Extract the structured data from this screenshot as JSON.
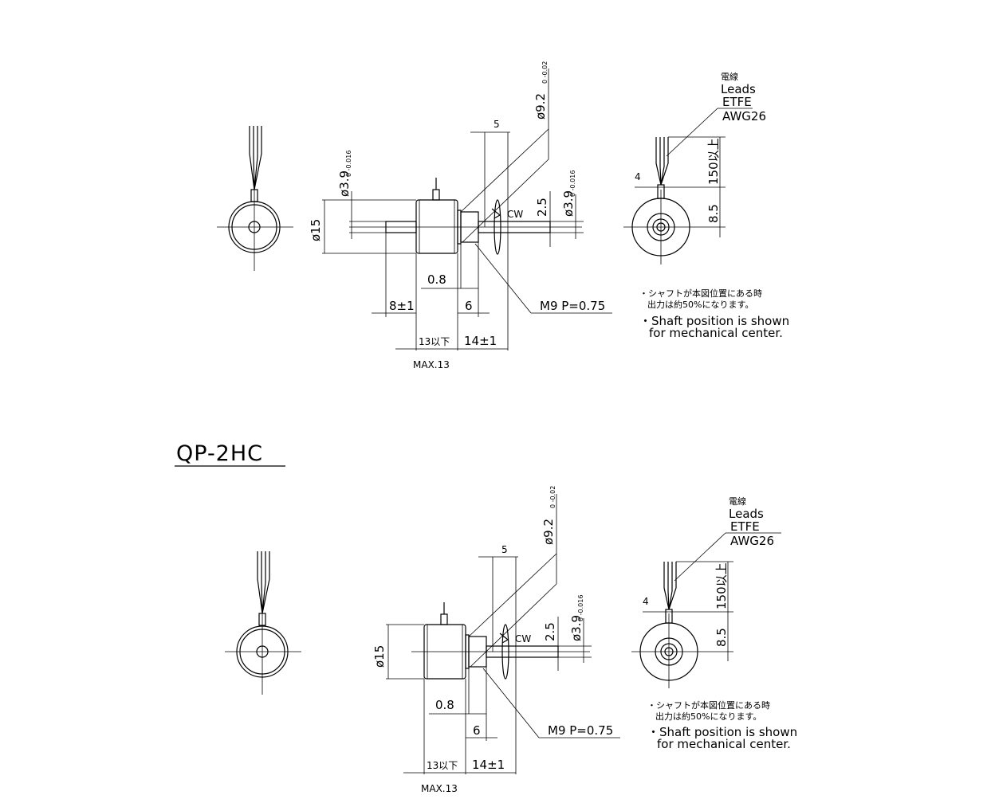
{
  "title": "QP-2HC",
  "drawings": [
    {
      "dims": {
        "phi92": "ø9.2",
        "phi92_tol": "0\n-0.02",
        "d5": "5",
        "phi39_left": "ø3.9",
        "phi39_tol": "0\n-0.016",
        "phi15": "ø15",
        "cw": "CW",
        "d25": "2.5",
        "phi39_right": "ø3.9",
        "d08": "0.8",
        "d8pm1": "8±1",
        "d6": "6",
        "m9": "M9 P=0.75",
        "d13": "13以下",
        "d14": "14±1",
        "max13": "MAX.13"
      },
      "leads": {
        "jp": "電線",
        "en": "Leads",
        "mat": "ETFE",
        "awg": "AWG26"
      },
      "side_dims": {
        "d4": "4",
        "d150": "150以上",
        "d85": "8.5"
      },
      "notes": {
        "jp1": "・シャフトが本図位置にある時",
        "jp2": "出力は約50%になります。",
        "en1": "・Shaft position is shown",
        "en2": "for mechanical center."
      }
    },
    {
      "dims": {
        "phi92": "ø9.2",
        "phi92_tol": "0\n-0.02",
        "d5": "5",
        "phi15": "ø15",
        "cw": "CW",
        "d25": "2.5",
        "phi39_right": "ø3.9",
        "phi39_tol": "0\n-0.016",
        "d08": "0.8",
        "d6": "6",
        "m9": "M9 P=0.75",
        "d13": "13以下",
        "d14": "14±1",
        "max13": "MAX.13"
      },
      "leads": {
        "jp": "電線",
        "en": "Leads",
        "mat": "ETFE",
        "awg": "AWG26"
      },
      "side_dims": {
        "d4": "4",
        "d150": "150以上",
        "d85": "8.5"
      },
      "notes": {
        "jp1": "・シャフトが本図位置にある時",
        "jp2": "出力は約50%になります。",
        "en1": "・Shaft position is shown",
        "en2": "for mechanical center."
      }
    }
  ]
}
